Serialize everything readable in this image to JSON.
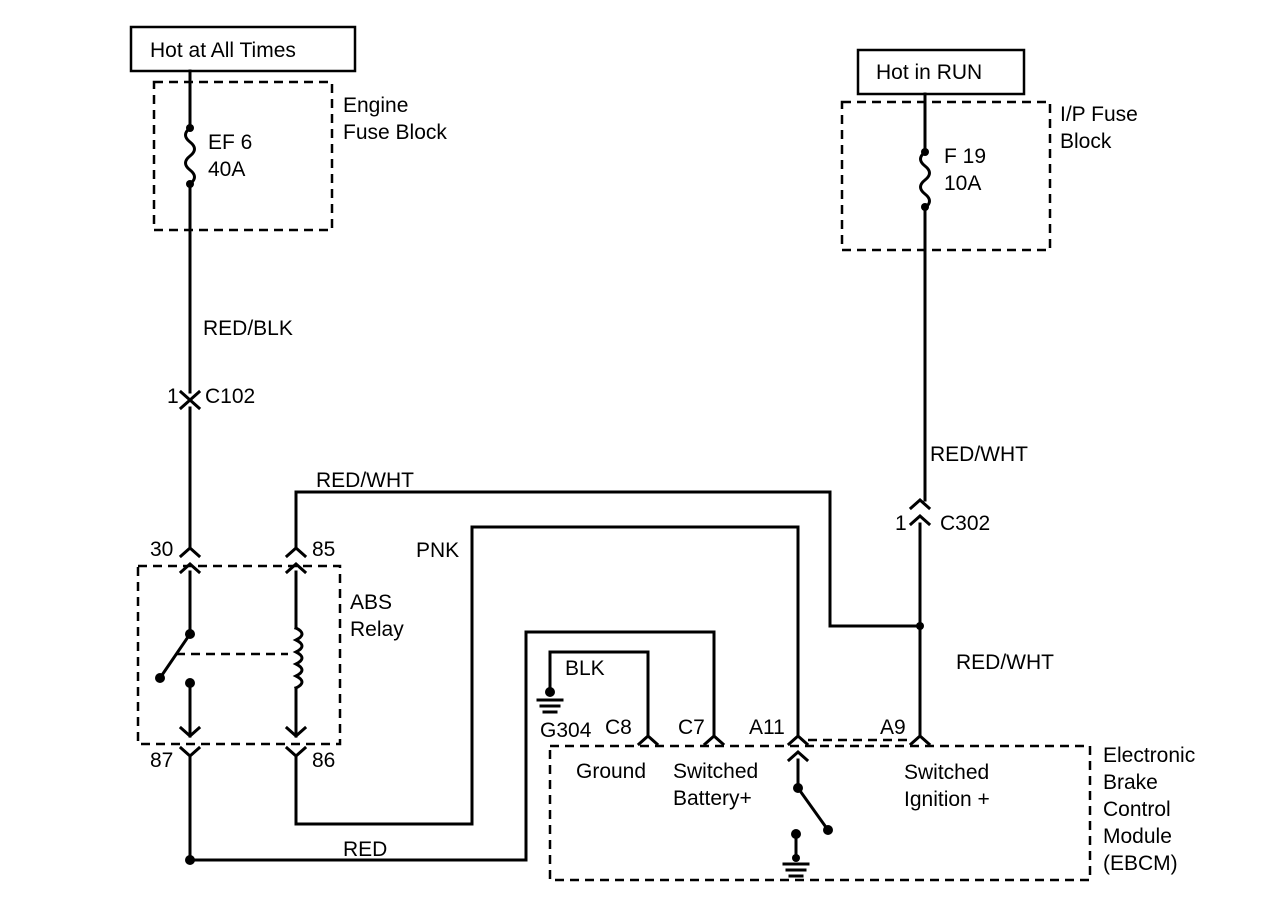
{
  "sources": {
    "hot_at_all_times": "Hot at All Times",
    "hot_in_run": "Hot in RUN"
  },
  "engine_fuse_block": {
    "line1": "Engine",
    "line2": "Fuse Block",
    "fuse_name": "EF 6",
    "fuse_rating": "40A"
  },
  "ip_fuse_block": {
    "line1": "I/P Fuse",
    "line2": "Block",
    "fuse_name": "F 19",
    "fuse_rating": "10A"
  },
  "wires": {
    "red_blk": "RED/BLK",
    "red_wht_top": "RED/WHT",
    "red_wht_right": "RED/WHT",
    "red_wht_splice": "RED/WHT",
    "pnk": "PNK",
    "blk": "BLK",
    "red": "RED"
  },
  "connectors": {
    "c102_pin": "1",
    "c102": "C102",
    "c302_pin": "1",
    "c302": "C302"
  },
  "abs_relay": {
    "line1": "ABS",
    "line2": "Relay",
    "pin_30": "30",
    "pin_85": "85",
    "pin_87": "87",
    "pin_86": "86"
  },
  "ground": {
    "name": "G304"
  },
  "ebcm": {
    "line1": "Electronic",
    "line2": "Brake",
    "line3": "Control",
    "line4": "Module",
    "line5": "(EBCM)",
    "pin_c8": "C8",
    "pin_c7": "C7",
    "pin_a11": "A11",
    "pin_a9": "A9",
    "ground_label": "Ground",
    "switched_batt_1": "Switched",
    "switched_batt_2": "Battery+",
    "switched_ign_1": "Switched",
    "switched_ign_2": "Ignition +"
  }
}
